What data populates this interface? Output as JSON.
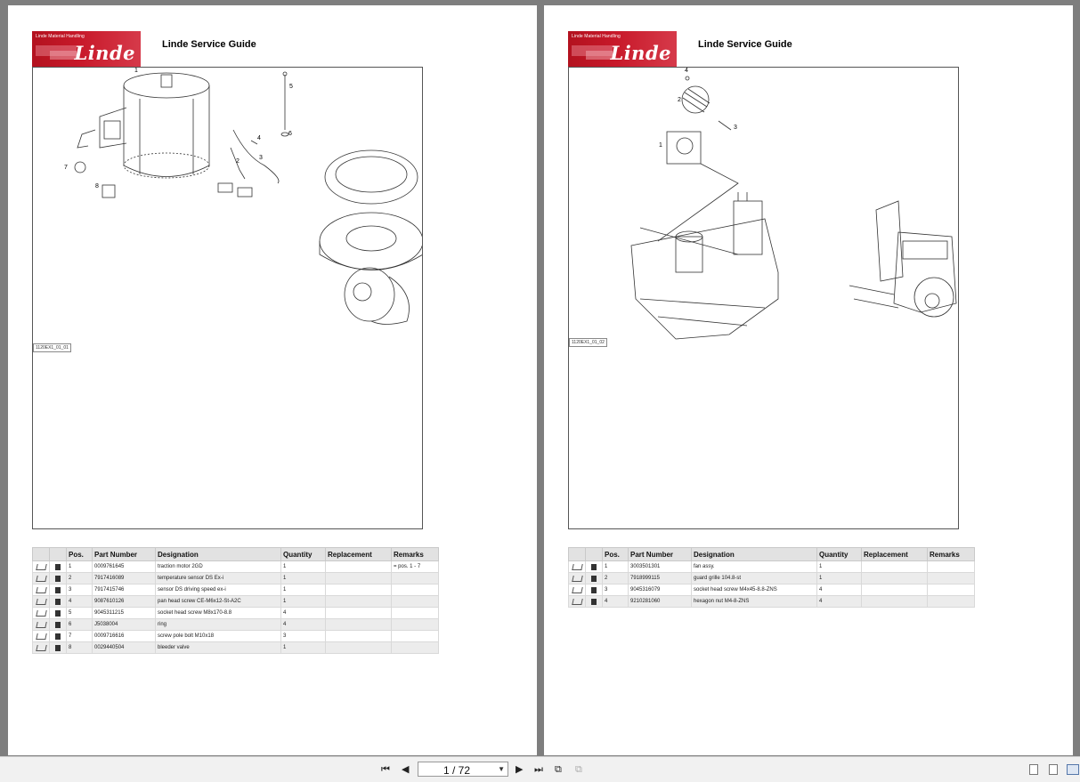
{
  "viewer": {
    "page_indicator": "1 / 72",
    "nav_first_icon": "first-page-icon",
    "nav_prev_icon": "previous-page-icon",
    "nav_next_icon": "next-page-icon",
    "nav_last_icon": "last-page-icon",
    "view_mode_icons": [
      "single-page-icon",
      "continuous-page-icon",
      "two-page-icon"
    ]
  },
  "pages": [
    {
      "logo_small_text": "Linde Material Handling",
      "logo_brand": "Linde",
      "title": "Linde Service Guide",
      "figure_id": "1120EX1_01_01",
      "callouts": [
        "1",
        "2",
        "3",
        "4",
        "5",
        "6",
        "7",
        "8"
      ],
      "table": {
        "headers": [
          "Pos.",
          "Part Number",
          "Designation",
          "Quantity",
          "Replacement",
          "Remarks"
        ],
        "rows": [
          {
            "pos": "1",
            "part": "0009761645",
            "designation": "traction motor 2GD",
            "qty": "1",
            "replacement": "",
            "remarks": "= pos. 1 - 7"
          },
          {
            "pos": "2",
            "part": "7917416089",
            "designation": "temperature sensor DS Ex-i",
            "qty": "1",
            "replacement": "",
            "remarks": ""
          },
          {
            "pos": "3",
            "part": "7917415746",
            "designation": "sensor DS driving speed ex-i",
            "qty": "1",
            "replacement": "",
            "remarks": ""
          },
          {
            "pos": "4",
            "part": "9087610126",
            "designation": "pan head screw CE-M6x12-St-A2C",
            "qty": "1",
            "replacement": "",
            "remarks": ""
          },
          {
            "pos": "5",
            "part": "9045311215",
            "designation": "socket head screw M8x170-8.8",
            "qty": "4",
            "replacement": "",
            "remarks": ""
          },
          {
            "pos": "6",
            "part": "J5038004",
            "designation": "ring",
            "qty": "4",
            "replacement": "",
            "remarks": ""
          },
          {
            "pos": "7",
            "part": "0009716616",
            "designation": "screw pole bolt M10x18",
            "qty": "3",
            "replacement": "",
            "remarks": ""
          },
          {
            "pos": "8",
            "part": "0029440504",
            "designation": "bleeder valve",
            "qty": "1",
            "replacement": "",
            "remarks": ""
          }
        ]
      }
    },
    {
      "logo_small_text": "Linde Material Handling",
      "logo_brand": "Linde",
      "title": "Linde Service Guide",
      "figure_id": "1120EX1_01_02",
      "callouts": [
        "1",
        "2",
        "3",
        "4"
      ],
      "table": {
        "headers": [
          "Pos.",
          "Part Number",
          "Designation",
          "Quantity",
          "Replacement",
          "Remarks"
        ],
        "rows": [
          {
            "pos": "1",
            "part": "3003501301",
            "designation": "fan assy.",
            "qty": "1",
            "replacement": "",
            "remarks": ""
          },
          {
            "pos": "2",
            "part": "7918999115",
            "designation": "guard grille 104.8-st",
            "qty": "1",
            "replacement": "",
            "remarks": ""
          },
          {
            "pos": "3",
            "part": "9045316079",
            "designation": "socket head screw M4x45-8.8-ZNS",
            "qty": "4",
            "replacement": "",
            "remarks": ""
          },
          {
            "pos": "4",
            "part": "9210281060",
            "designation": "hexagon nut M4-8-ZNS",
            "qty": "4",
            "replacement": "",
            "remarks": ""
          }
        ]
      }
    }
  ]
}
